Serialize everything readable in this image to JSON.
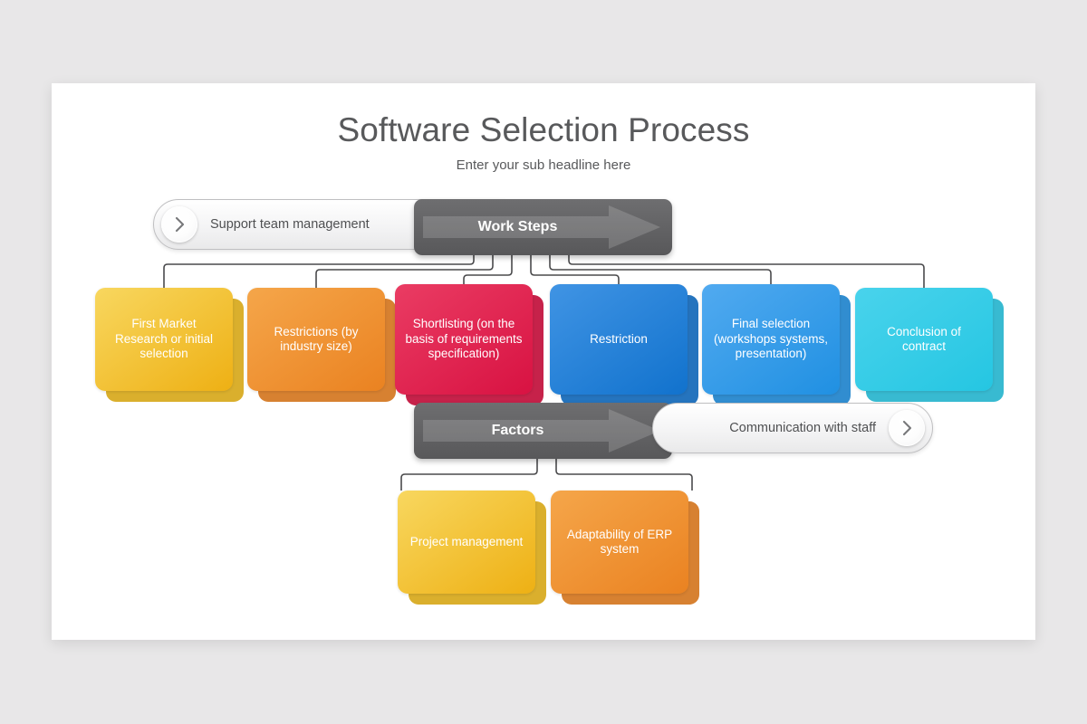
{
  "page": {
    "background_color": "#e8e7e8",
    "slide_background": "#ffffff"
  },
  "header": {
    "title": "Software Selection Process",
    "subtitle": "Enter your sub headline here"
  },
  "sections": [
    {
      "id": "work-steps",
      "banner_label": "Work Steps",
      "banner_color": "#636365",
      "pill_label": "Support team management",
      "pill_side": "left",
      "chevron_icon": "chevron-right-icon"
    },
    {
      "id": "factors",
      "banner_label": "Factors",
      "banner_color": "#636365",
      "pill_label": "Communication with staff",
      "pill_side": "right",
      "chevron_icon": "chevron-right-icon"
    }
  ],
  "work_steps_cards": [
    {
      "label": "First Market Research or initial selection",
      "color_from": "#f8d75f",
      "color_to": "#eeb014",
      "shadow_color": "#d7a81b"
    },
    {
      "label": "Restrictions (by industry size)",
      "color_from": "#f5a64a",
      "color_to": "#ea8221",
      "shadow_color": "#d4761f"
    },
    {
      "label": "Shortlisting (on the basis of requirements specification)",
      "color_from": "#ea3c63",
      "color_to": "#d81242",
      "shadow_color": "#c10f3b"
    },
    {
      "label": "Restriction",
      "color_from": "#4094e4",
      "color_to": "#1172cd",
      "shadow_color": "#1268b8"
    },
    {
      "label": "Final selection (workshops systems, presentation)",
      "color_from": "#51aaf0",
      "color_to": "#2090e2",
      "shadow_color": "#2083cc"
    },
    {
      "label": "Conclusion of contract",
      "color_from": "#49d3ec",
      "color_to": "#25c6e2",
      "shadow_color": "#27b4cd"
    }
  ],
  "factors_cards": [
    {
      "label": "Project management",
      "color_from": "#f8d75f",
      "color_to": "#eeb014",
      "shadow_color": "#d7a81b"
    },
    {
      "label": "Adaptability of ERP system",
      "color_from": "#f5a64a",
      "color_to": "#ea8221",
      "shadow_color": "#d4761f"
    }
  ]
}
